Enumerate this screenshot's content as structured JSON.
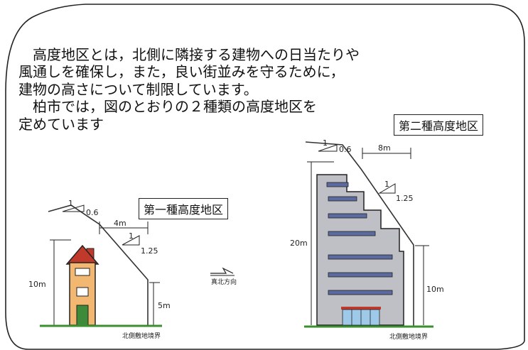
{
  "intro": {
    "line1": "高度地区とは，北側に隣接する建物への日当たりや",
    "line2": "風通しを確保し，また，良い街並みを守るために，",
    "line3": "建物の高さについて制限しています。",
    "line4": "柏市では，図のとおりの２種類の高度地区を",
    "line5": "定めています"
  },
  "district1": {
    "label": "第一種高度地区",
    "slope_top_run": "1",
    "slope_top_rise": "0.6",
    "setback": "4m",
    "slope_run": "1",
    "slope_rise": "1.25",
    "height_total": "10m",
    "height_base": "5m",
    "boundary": "北側敷地境界"
  },
  "direction": {
    "label": "真北方向"
  },
  "district2": {
    "label": "第二種高度地区",
    "slope_top_run": "1",
    "slope_top_rise": "0.6",
    "setback": "8m",
    "slope_run": "1",
    "slope_rise": "1.25",
    "height_total": "20m",
    "height_base": "10m",
    "boundary": "北側敷地境界"
  },
  "colors": {
    "house_wall": "#f2b872",
    "house_roof": "#c0392b",
    "house_door": "#3d8a3a",
    "building_wall": "#bfbfc6",
    "building_window": "#5b6b9e",
    "ground": "#3a8f2f"
  }
}
